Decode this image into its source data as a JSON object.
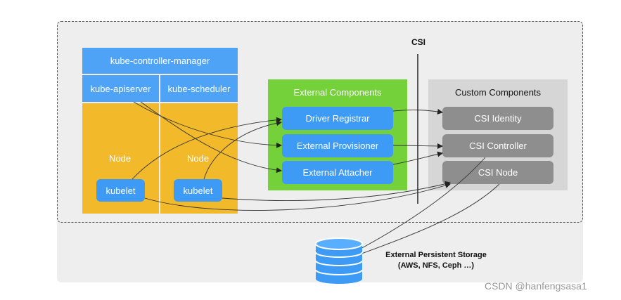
{
  "cluster": {
    "kube_controller_manager": "kube-controller-manager",
    "kube_apiserver": "kube-apiserver",
    "kube_scheduler": "kube-scheduler",
    "node_label": "Node",
    "kubelet_label": "kubelet"
  },
  "external_components": {
    "title": "External Components",
    "items": [
      "Driver Registrar",
      "External Provisioner",
      "External Attacher"
    ]
  },
  "csi_label": "CSI",
  "custom_components": {
    "title": "Custom Components",
    "items": [
      "CSI Identity",
      "CSI Controller",
      "CSI Node"
    ]
  },
  "storage": {
    "line1": "External Persistent Storage",
    "line2": "(AWS, NFS, Ceph …)"
  },
  "watermark": "CSDN @hanfengsasa1",
  "colors": {
    "blue": "#4fa3f7",
    "node_yellow": "#f2b92b",
    "external_green": "#74d13a",
    "custom_grey": "#d6d6d6",
    "custom_button": "#8e8e8e"
  }
}
